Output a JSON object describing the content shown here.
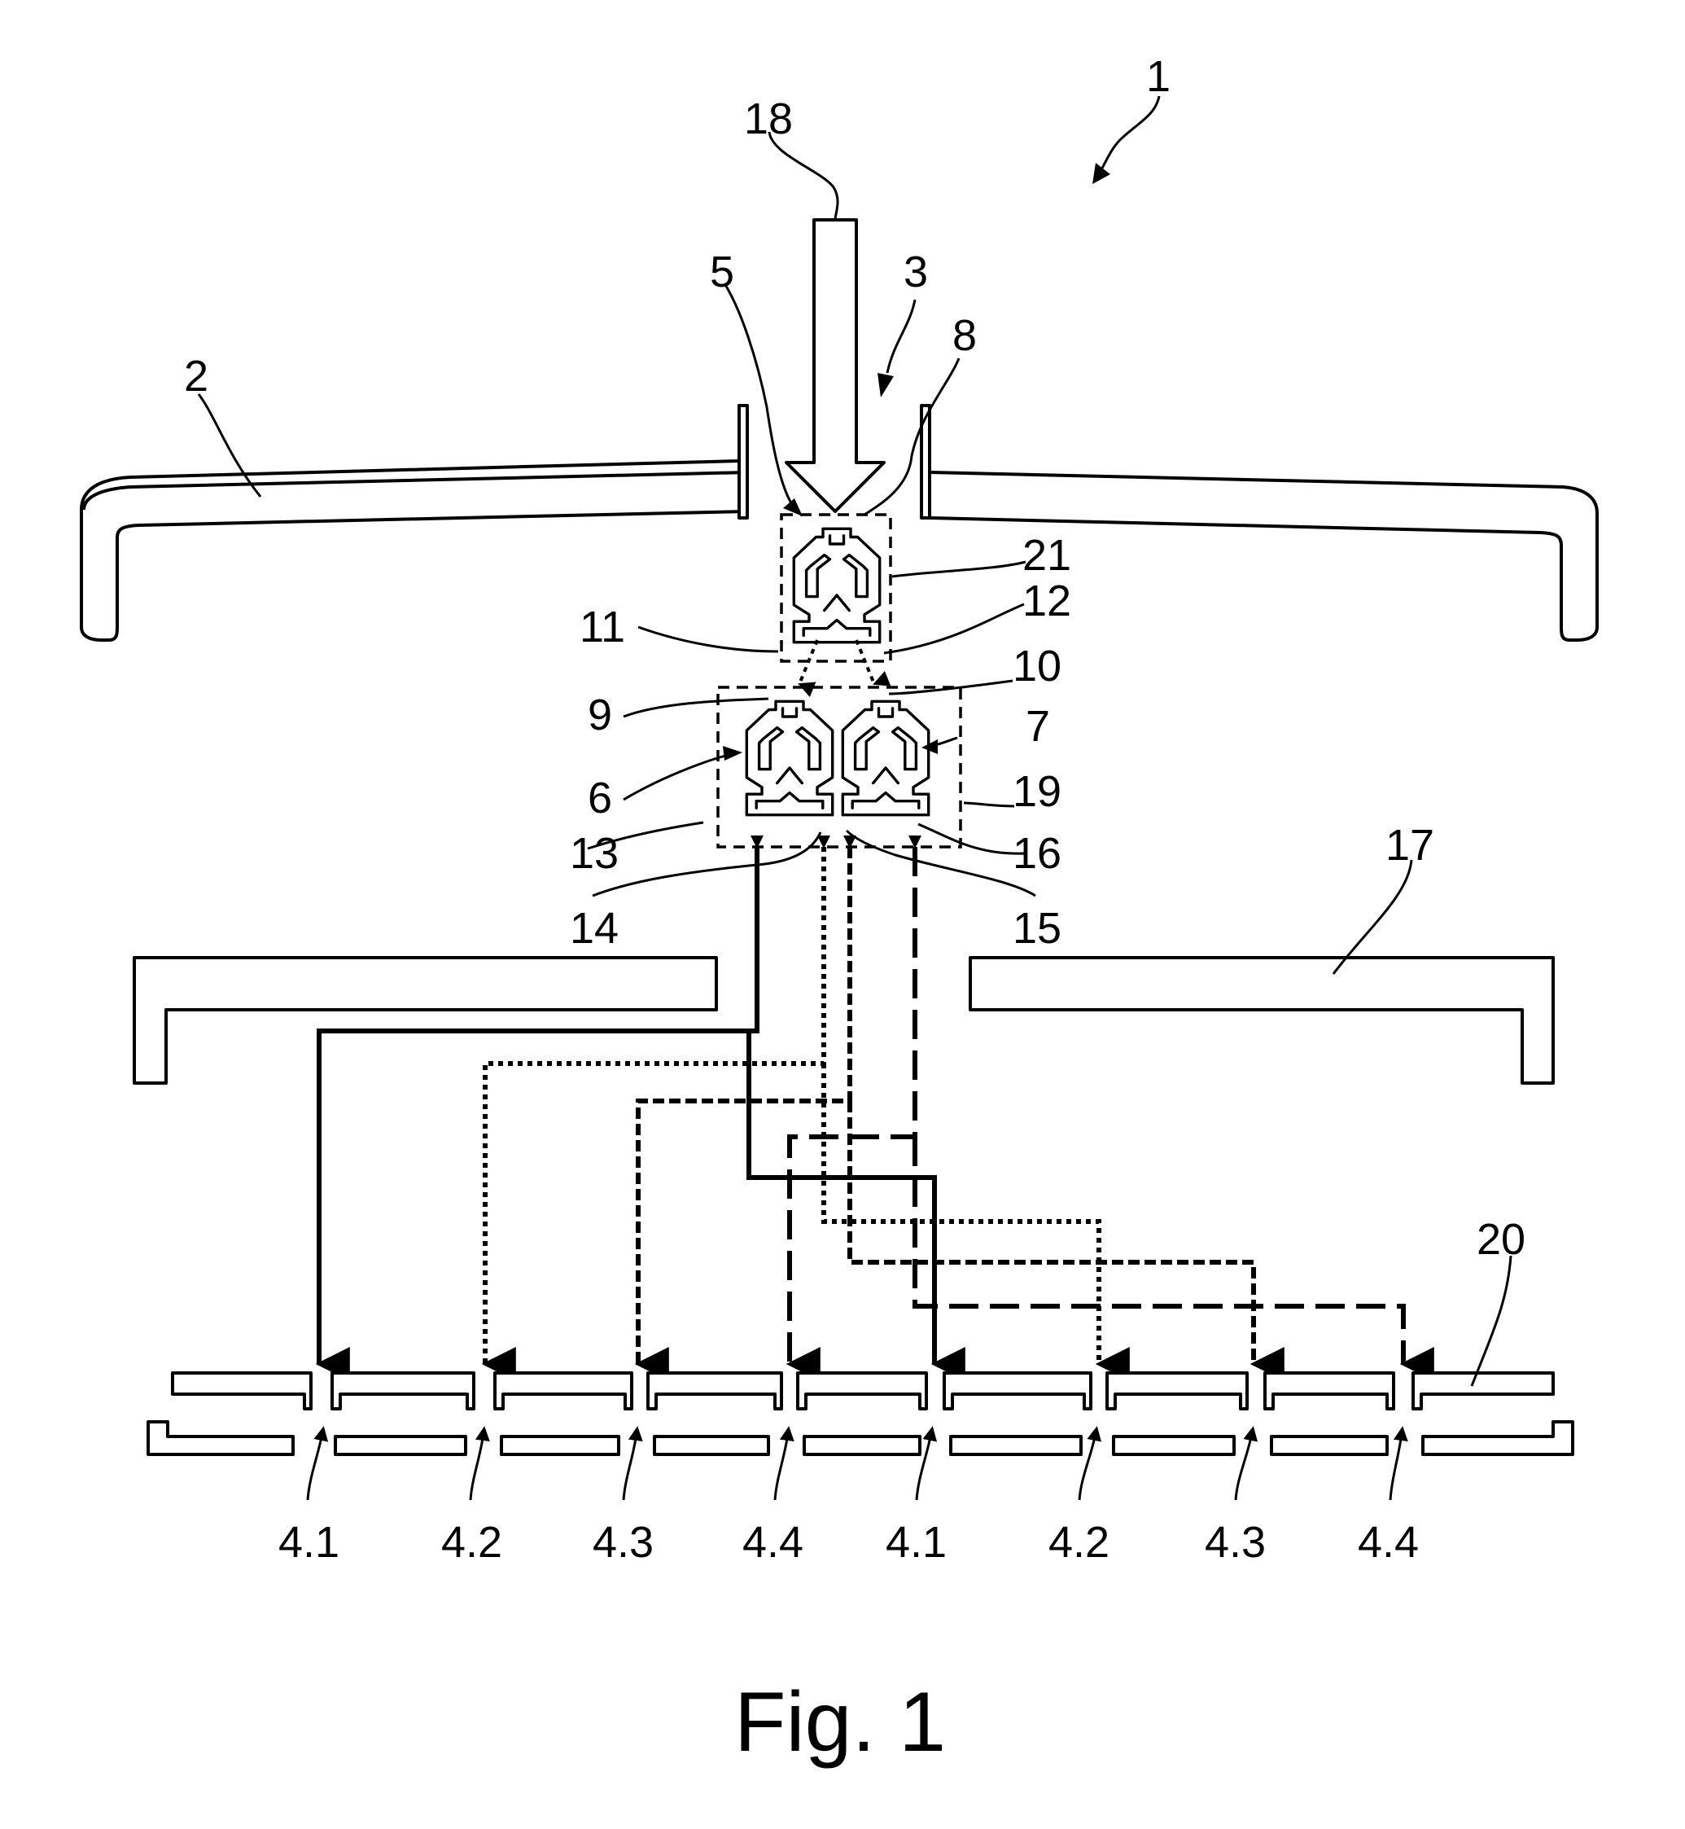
{
  "figure": {
    "caption": "Fig. 1",
    "refs": {
      "r1": "1",
      "r2": "2",
      "r3": "3",
      "r5": "5",
      "r6": "6",
      "r7": "7",
      "r8": "8",
      "r9": "9",
      "r10": "10",
      "r11": "11",
      "r12": "12",
      "r13": "13",
      "r14": "14",
      "r15": "15",
      "r16": "16",
      "r17": "17",
      "r18": "18",
      "r19": "19",
      "r20": "20",
      "r21": "21"
    },
    "outlets": [
      "4.1",
      "4.2",
      "4.3",
      "4.4",
      "4.1",
      "4.2",
      "4.3",
      "4.4"
    ]
  }
}
